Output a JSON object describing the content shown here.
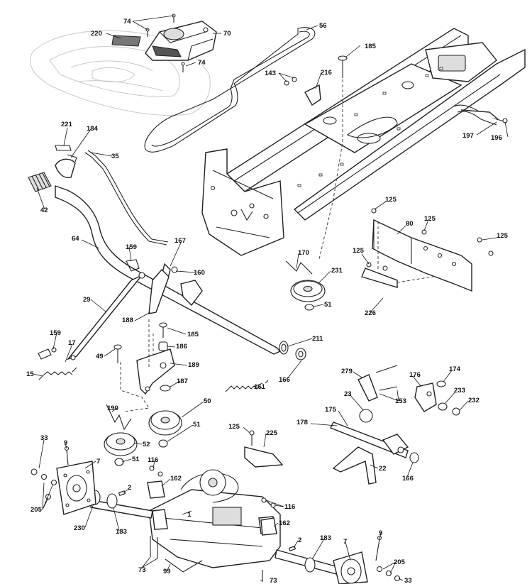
{
  "diagram": {
    "callouts": [
      {
        "id": "c74a",
        "text": "74"
      },
      {
        "id": "c220",
        "text": "220"
      },
      {
        "id": "c70",
        "text": "70"
      },
      {
        "id": "c74b",
        "text": "74"
      },
      {
        "id": "c56",
        "text": "56"
      },
      {
        "id": "c185a",
        "text": "185"
      },
      {
        "id": "c143",
        "text": "143"
      },
      {
        "id": "c216",
        "text": "216"
      },
      {
        "id": "c197",
        "text": "197"
      },
      {
        "id": "c196",
        "text": "196"
      },
      {
        "id": "c221",
        "text": "221"
      },
      {
        "id": "c184",
        "text": "184"
      },
      {
        "id": "c35",
        "text": "35"
      },
      {
        "id": "c42",
        "text": "42"
      },
      {
        "id": "c125a",
        "text": "125"
      },
      {
        "id": "c125b",
        "text": "125"
      },
      {
        "id": "c80",
        "text": "80"
      },
      {
        "id": "c125c",
        "text": "125"
      },
      {
        "id": "c125d",
        "text": "125"
      },
      {
        "id": "c64",
        "text": "64"
      },
      {
        "id": "c167",
        "text": "167"
      },
      {
        "id": "c159a",
        "text": "159"
      },
      {
        "id": "c160",
        "text": "160"
      },
      {
        "id": "c170",
        "text": "170"
      },
      {
        "id": "c231",
        "text": "231"
      },
      {
        "id": "c29",
        "text": "29"
      },
      {
        "id": "c51a",
        "text": "51"
      },
      {
        "id": "c226",
        "text": "226"
      },
      {
        "id": "c188",
        "text": "188"
      },
      {
        "id": "c185b",
        "text": "185"
      },
      {
        "id": "c159b",
        "text": "159"
      },
      {
        "id": "c211",
        "text": "211"
      },
      {
        "id": "c17",
        "text": "17"
      },
      {
        "id": "c186",
        "text": "186"
      },
      {
        "id": "c49",
        "text": "49"
      },
      {
        "id": "c189",
        "text": "189"
      },
      {
        "id": "c15",
        "text": "15"
      },
      {
        "id": "c166a",
        "text": "166"
      },
      {
        "id": "c279",
        "text": "279"
      },
      {
        "id": "c176",
        "text": "176"
      },
      {
        "id": "c174",
        "text": "174"
      },
      {
        "id": "c187",
        "text": "187"
      },
      {
        "id": "c161",
        "text": "161"
      },
      {
        "id": "c23",
        "text": "23"
      },
      {
        "id": "c233",
        "text": "233"
      },
      {
        "id": "c153",
        "text": "153"
      },
      {
        "id": "c232",
        "text": "232"
      },
      {
        "id": "c50",
        "text": "50"
      },
      {
        "id": "c190",
        "text": "190"
      },
      {
        "id": "c175",
        "text": "175"
      },
      {
        "id": "c178",
        "text": "178"
      },
      {
        "id": "c51b",
        "text": "51"
      },
      {
        "id": "c125e",
        "text": "125"
      },
      {
        "id": "c225",
        "text": "225"
      },
      {
        "id": "c33a",
        "text": "33"
      },
      {
        "id": "c9a",
        "text": "9"
      },
      {
        "id": "c52",
        "text": "52"
      },
      {
        "id": "c7a",
        "text": "7"
      },
      {
        "id": "c51c",
        "text": "51"
      },
      {
        "id": "c116a",
        "text": "116"
      },
      {
        "id": "c22",
        "text": "22"
      },
      {
        "id": "c166b",
        "text": "166"
      },
      {
        "id": "c162a",
        "text": "162"
      },
      {
        "id": "c2a",
        "text": "2"
      },
      {
        "id": "c1",
        "text": "1"
      },
      {
        "id": "c205a",
        "text": "205"
      },
      {
        "id": "c116b",
        "text": "116"
      },
      {
        "id": "c162b",
        "text": "162"
      },
      {
        "id": "c230",
        "text": "230"
      },
      {
        "id": "c183a",
        "text": "183"
      },
      {
        "id": "c9b",
        "text": "9"
      },
      {
        "id": "c2b",
        "text": "2"
      },
      {
        "id": "c183b",
        "text": "183"
      },
      {
        "id": "c7b",
        "text": "7"
      },
      {
        "id": "c73a",
        "text": "73"
      },
      {
        "id": "c99",
        "text": "99"
      },
      {
        "id": "c205b",
        "text": "205"
      },
      {
        "id": "c73b",
        "text": "73"
      },
      {
        "id": "c33b",
        "text": "33"
      }
    ]
  }
}
